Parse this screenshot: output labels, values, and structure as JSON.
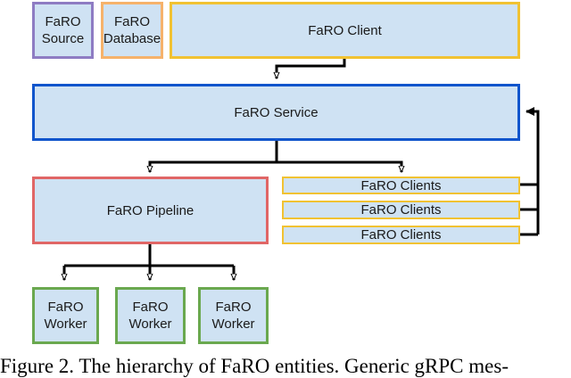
{
  "nodes": {
    "faro_source": "FaRO\nSource",
    "faro_database": "FaRO\nDatabase",
    "faro_client": "FaRO Client",
    "faro_service": "FaRO Service",
    "faro_pipeline": "FaRO Pipeline",
    "faro_clients_1": "FaRO Clients",
    "faro_clients_2": "FaRO Clients",
    "faro_clients_3": "FaRO Clients",
    "faro_worker_1": "FaRO\nWorker",
    "faro_worker_2": "FaRO\nWorker",
    "faro_worker_3": "FaRO\nWorker"
  },
  "edges": [
    {
      "from": "faro_client",
      "to": "faro_service"
    },
    {
      "from": "faro_service",
      "to": "faro_pipeline"
    },
    {
      "from": "faro_service",
      "to": "faro_clients"
    },
    {
      "from": "faro_clients",
      "to": "faro_service"
    },
    {
      "from": "faro_pipeline",
      "to": "faro_worker_1"
    },
    {
      "from": "faro_pipeline",
      "to": "faro_worker_2"
    },
    {
      "from": "faro_pipeline",
      "to": "faro_worker_3"
    }
  ],
  "colors": {
    "box_fill": "#cfe2f3",
    "source_border": "#8e7cc3",
    "database_border": "#f6b26b",
    "client_border": "#f1c232",
    "service_border": "#1155cc",
    "pipeline_border": "#e06666",
    "worker_border": "#6aa84f",
    "edge": "#000000"
  },
  "caption": "Figure 2. The hierarchy of FaRO entities. Generic gRPC mes-"
}
